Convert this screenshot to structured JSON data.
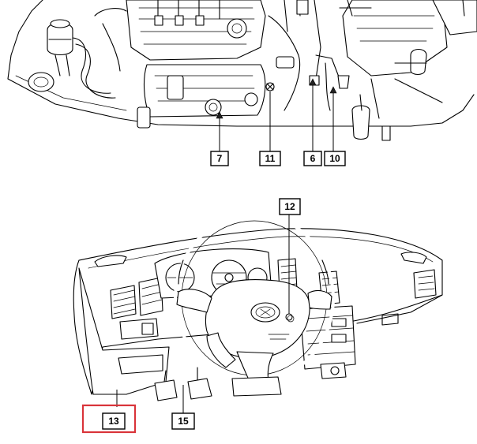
{
  "labels": {
    "l7": "7",
    "l11": "11",
    "l6": "6",
    "l10": "10",
    "l12": "12",
    "l13": "13",
    "l15": "15"
  },
  "colors": {
    "highlight": "#d9343a",
    "line": "#000000",
    "background": "#ffffff"
  }
}
